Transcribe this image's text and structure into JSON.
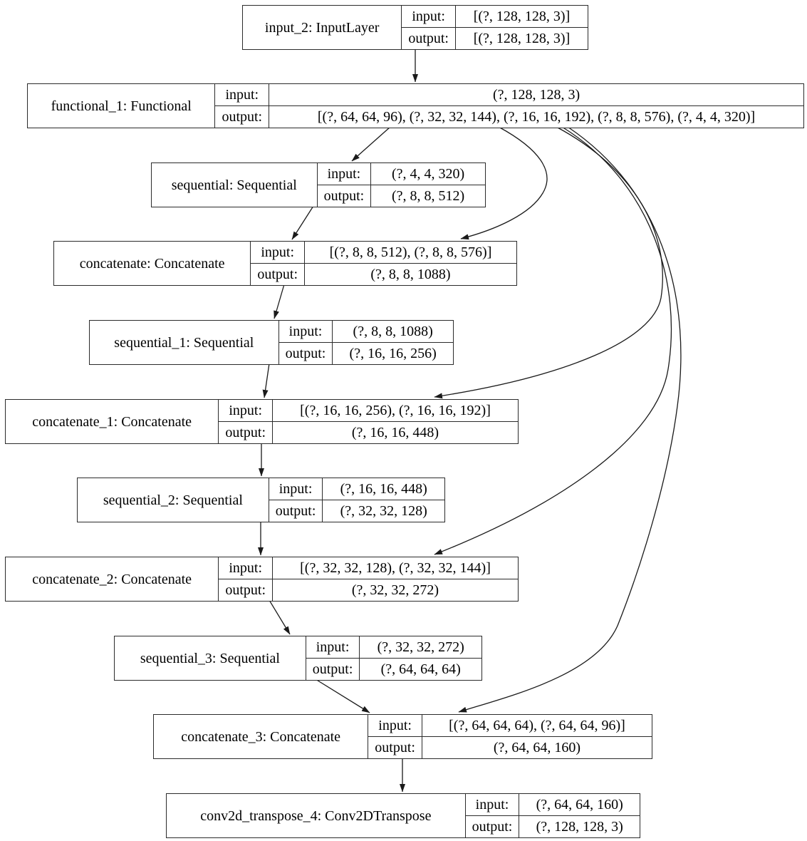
{
  "labels": {
    "input": "input:",
    "output": "output:"
  },
  "colors": {
    "background": "#ffffff",
    "node_border": "#2b2b2b",
    "edge_stroke": "#1a1a1a",
    "text": "#000000"
  },
  "nodes": [
    {
      "id": "input_2",
      "title": "input_2: InputLayer",
      "input": "[(?, 128, 128, 3)]",
      "output": "[(?, 128, 128, 3)]"
    },
    {
      "id": "functional_1",
      "title": "functional_1: Functional",
      "input": "(?, 128, 128, 3)",
      "output": "[(?, 64, 64, 96), (?, 32, 32, 144), (?, 16, 16, 192), (?, 8, 8, 576), (?, 4, 4, 320)]"
    },
    {
      "id": "sequential",
      "title": "sequential: Sequential",
      "input": "(?, 4, 4, 320)",
      "output": "(?, 8, 8, 512)"
    },
    {
      "id": "concatenate",
      "title": "concatenate: Concatenate",
      "input": "[(?, 8, 8, 512), (?, 8, 8, 576)]",
      "output": "(?, 8, 8, 1088)"
    },
    {
      "id": "sequential_1",
      "title": "sequential_1: Sequential",
      "input": "(?, 8, 8, 1088)",
      "output": "(?, 16, 16, 256)"
    },
    {
      "id": "concatenate_1",
      "title": "concatenate_1: Concatenate",
      "input": "[(?, 16, 16, 256), (?, 16, 16, 192)]",
      "output": "(?, 16, 16, 448)"
    },
    {
      "id": "sequential_2",
      "title": "sequential_2: Sequential",
      "input": "(?, 16, 16, 448)",
      "output": "(?, 32, 32, 128)"
    },
    {
      "id": "concatenate_2",
      "title": "concatenate_2: Concatenate",
      "input": "[(?, 32, 32, 128), (?, 32, 32, 144)]",
      "output": "(?, 32, 32, 272)"
    },
    {
      "id": "sequential_3",
      "title": "sequential_3: Sequential",
      "input": "(?, 32, 32, 272)",
      "output": "(?, 64, 64, 64)"
    },
    {
      "id": "concatenate_3",
      "title": "concatenate_3: Concatenate",
      "input": "[(?, 64, 64, 64), (?, 64, 64, 96)]",
      "output": "(?, 64, 64, 160)"
    },
    {
      "id": "conv2d_transpose_4",
      "title": "conv2d_transpose_4: Conv2DTranspose",
      "input": "(?, 64, 64, 160)",
      "output": "(?, 128, 128, 3)"
    }
  ],
  "edges": [
    {
      "from": "input_2",
      "to": "functional_1"
    },
    {
      "from": "functional_1",
      "to": "sequential"
    },
    {
      "from": "functional_1",
      "to": "concatenate"
    },
    {
      "from": "sequential",
      "to": "concatenate"
    },
    {
      "from": "concatenate",
      "to": "sequential_1"
    },
    {
      "from": "sequential_1",
      "to": "concatenate_1"
    },
    {
      "from": "functional_1",
      "to": "concatenate_1"
    },
    {
      "from": "concatenate_1",
      "to": "sequential_2"
    },
    {
      "from": "sequential_2",
      "to": "concatenate_2"
    },
    {
      "from": "functional_1",
      "to": "concatenate_2"
    },
    {
      "from": "concatenate_2",
      "to": "sequential_3"
    },
    {
      "from": "sequential_3",
      "to": "concatenate_3"
    },
    {
      "from": "functional_1",
      "to": "concatenate_3"
    },
    {
      "from": "concatenate_3",
      "to": "conv2d_transpose_4"
    }
  ]
}
